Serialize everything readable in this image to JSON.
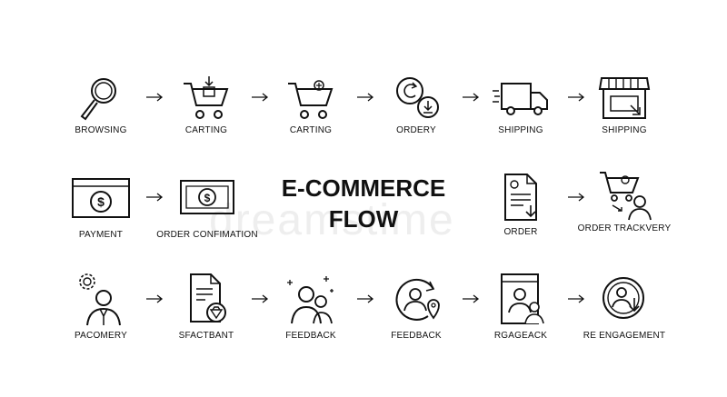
{
  "title": {
    "line1": "E-COMMERCE",
    "line2": "FLOW"
  },
  "watermark": "dreamstime",
  "rows": [
    {
      "labels": [
        "BROWSING",
        "CARTING",
        "CARTING",
        "ORDERY",
        "SHIPPING",
        "SHIPPING"
      ]
    },
    {
      "labels": [
        "PAYMENT",
        "ORDER CONFIMATION",
        "ORDER",
        "ORDER TRACKVERY"
      ]
    },
    {
      "labels": [
        "PACOMERY",
        "SFACTBANT",
        "FEEDBACK",
        "FEEDBACK",
        "RGAGEACK",
        "RE ENGAGEMENT"
      ]
    }
  ],
  "icons": {
    "r0": [
      "magnifier-icon",
      "cart-add-icon",
      "cart-icon",
      "order-refresh-icon",
      "delivery-truck-icon",
      "storefront-icon"
    ],
    "r1": [
      "payment-window-icon",
      "payment-screen-icon",
      "document-download-icon",
      "cart-customer-icon"
    ],
    "r2": [
      "customer-gear-icon",
      "document-diamond-icon",
      "customers-sparkle-icon",
      "customer-location-icon",
      "customer-window-icon",
      "reengagement-icon"
    ]
  },
  "colors": {
    "ink": "#111111",
    "background": "#ffffff"
  }
}
